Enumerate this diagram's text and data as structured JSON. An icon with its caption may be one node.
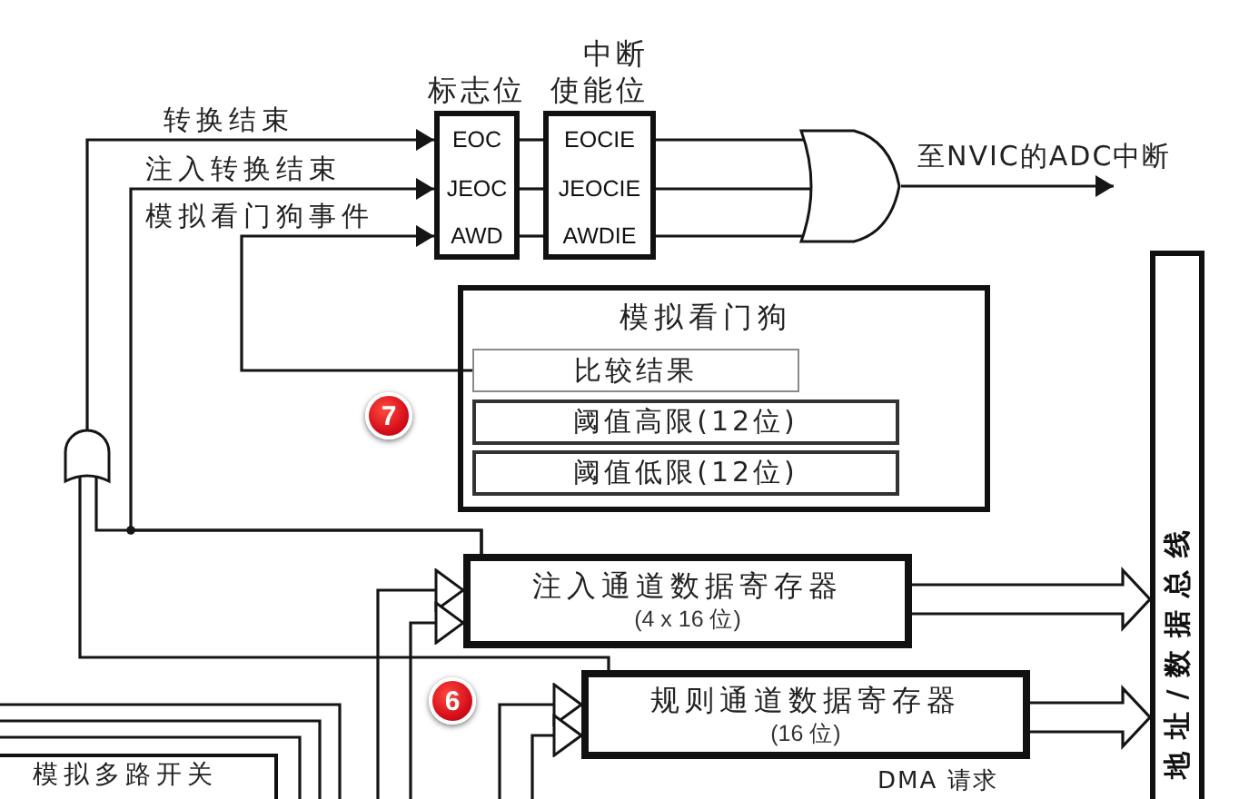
{
  "diagram": {
    "nodes": [
      {
        "text": [
          "标志位"
        ]
      },
      {
        "text": [
          "EOC"
        ],
        "in": 0
      },
      {
        "text": [
          "JEOC"
        ],
        "in": 0
      },
      {
        "text": [
          "AWD"
        ],
        "in": 0
      },
      {
        "text": [
          "中断使能位"
        ]
      },
      {
        "text": [
          "EOCIE"
        ],
        "in": 4
      },
      {
        "text": [
          "JEOCIE"
        ],
        "in": 4
      },
      {
        "text": [
          "AWDIE"
        ],
        "in": 4
      },
      {
        "text": [],
        "shape": "gate"
      },
      {
        "text": [],
        "shape": "gate"
      },
      {
        "text": [
          "模拟看门狗"
        ]
      },
      {
        "text": [
          "比较结果"
        ],
        "in": 10
      },
      {
        "text": [
          "阈值高限(12位)"
        ],
        "in": 10
      },
      {
        "text": [
          "阈值低限(12位)"
        ],
        "in": 10
      },
      {
        "text": [
          "注入通道数据寄存器",
          "(4 x 16 位)"
        ]
      },
      {
        "text": [
          "规则通道数据寄存器",
          "(16 位)"
        ],
        "beside": [
          "DMA 请求"
        ]
      },
      {
        "text": [
          "地址/数据总线"
        ]
      },
      {
        "text": [
          "模拟多路开关"
        ]
      }
    ],
    "edges": [
      {
        "from": 9,
        "to": 1,
        "arrow": "to",
        "label": "转换结束"
      },
      {
        "from": 14,
        "to": 2,
        "arrow": "to",
        "label": "注入转换结束"
      },
      {
        "from": 11,
        "to": 3,
        "arrow": "to",
        "label": "模拟看门狗事件"
      },
      {
        "from": 1,
        "to": 5,
        "arrow": "none"
      },
      {
        "from": 2,
        "to": 6,
        "arrow": "none"
      },
      {
        "from": 3,
        "to": 7,
        "arrow": "none"
      },
      {
        "from": 5,
        "to": 8,
        "arrow": "none"
      },
      {
        "from": 6,
        "to": 8,
        "arrow": "none"
      },
      {
        "from": 7,
        "to": 8,
        "arrow": "none"
      },
      {
        "from": 8,
        "to": null,
        "arrow": "to",
        "label": "至NVIC的ADC中断"
      },
      {
        "from": 14,
        "to": 9,
        "arrow": "none"
      },
      {
        "from": 15,
        "to": 9,
        "arrow": "none"
      },
      {
        "from": 14,
        "to": 16,
        "arrow": "to",
        "style": "thick"
      },
      {
        "from": 15,
        "to": 16,
        "arrow": "to",
        "style": "thick"
      },
      {
        "from": null,
        "to": 14,
        "arrow": "to"
      },
      {
        "from": null,
        "to": 14,
        "arrow": "to"
      },
      {
        "from": null,
        "to": 15,
        "arrow": "to"
      },
      {
        "from": null,
        "to": 15,
        "arrow": "to"
      }
    ],
    "labels": [
      "7",
      "6"
    ]
  }
}
